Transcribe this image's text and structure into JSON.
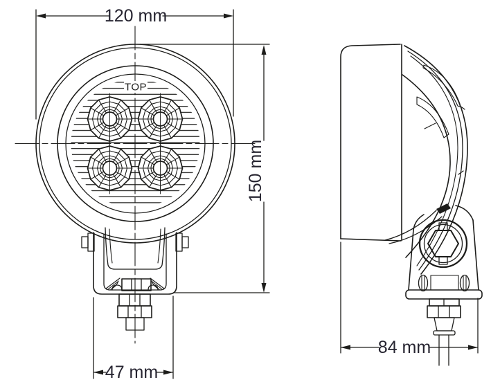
{
  "drawing": {
    "type": "technical-orthographic-drawing",
    "subject": "round 4-LED work lamp with U-bracket mount, front and side views",
    "background": "#ffffff",
    "colors": {
      "line": "#1d1d1b",
      "text": "#262430"
    }
  },
  "views": {
    "front": {
      "label": "TOP",
      "led_count": 4
    },
    "side": {}
  },
  "dimensions": {
    "width": {
      "label": "120 mm",
      "applies_to": "front view overall width"
    },
    "height": {
      "label": "150 mm",
      "applies_to": "front view overall height"
    },
    "bracket_width": {
      "label": "47 mm",
      "applies_to": "mounting bracket width"
    },
    "depth": {
      "label": "84 mm",
      "applies_to": "side view overall depth"
    }
  }
}
